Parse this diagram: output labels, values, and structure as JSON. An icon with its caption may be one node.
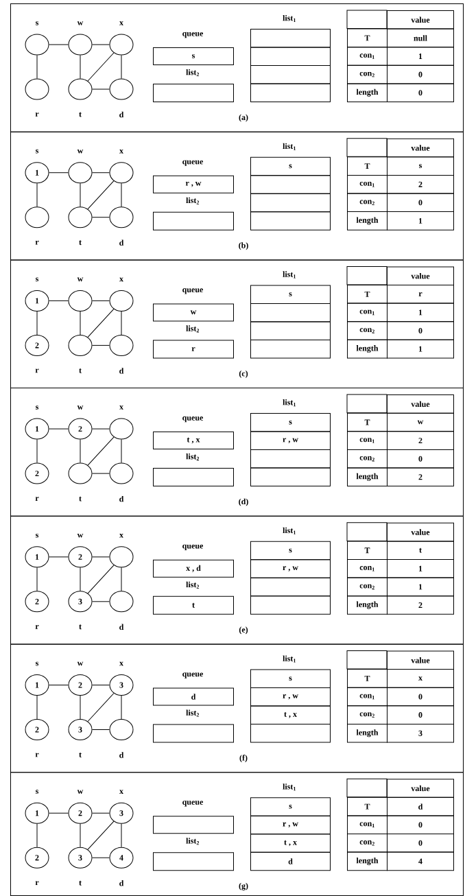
{
  "diagram": {
    "nodes": [
      {
        "text": [
          "(a)"
        ]
      },
      {
        "text": [],
        "shape": "circle",
        "beside": [
          "s"
        ],
        "in": 0
      },
      {
        "text": [],
        "shape": "circle",
        "beside": [
          "w"
        ],
        "in": 0
      },
      {
        "text": [],
        "shape": "circle",
        "beside": [
          "x"
        ],
        "in": 0
      },
      {
        "text": [],
        "shape": "circle",
        "beside": [
          "r"
        ],
        "in": 0
      },
      {
        "text": [],
        "shape": "circle",
        "beside": [
          "t"
        ],
        "in": 0
      },
      {
        "text": [],
        "shape": "circle",
        "beside": [
          "d"
        ],
        "in": 0
      },
      {
        "text": [
          "queue",
          "s"
        ],
        "in": 0
      },
      {
        "text": [
          "list$_{2}$"
        ],
        "in": 0
      },
      {
        "text": [
          "list$_{1}$"
        ],
        "in": 0
      },
      {
        "text": [],
        "shape": "box",
        "in": 0
      },
      {
        "text": [],
        "shape": "box",
        "in": 0
      },
      {
        "text": [],
        "shape": "box",
        "in": 0
      },
      {
        "text": [
          "(b)"
        ]
      },
      {
        "text": [
          "1"
        ],
        "beside": [
          "s"
        ],
        "in": 13
      },
      {
        "text": [],
        "shape": "circle",
        "beside": [
          "w"
        ],
        "in": 13
      },
      {
        "text": [],
        "shape": "circle",
        "beside": [
          "x"
        ],
        "in": 13
      },
      {
        "text": [],
        "shape": "circle",
        "beside": [
          "r"
        ],
        "in": 13
      },
      {
        "text": [],
        "shape": "circle",
        "beside": [
          "t"
        ],
        "in": 13
      },
      {
        "text": [],
        "shape": "circle",
        "beside": [
          "d"
        ],
        "in": 13
      },
      {
        "text": [
          "queue",
          "r , w"
        ],
        "in": 13
      },
      {
        "text": [
          "list$_{2}$"
        ],
        "in": 13
      },
      {
        "text": [
          "list$_{1}$",
          "s"
        ],
        "in": 13
      },
      {
        "text": [],
        "shape": "box",
        "in": 13
      },
      {
        "text": [],
        "shape": "box",
        "in": 13
      },
      {
        "text": [],
        "shape": "box",
        "in": 13
      },
      {
        "text": [
          "(c)"
        ]
      },
      {
        "text": [
          "1"
        ],
        "beside": [
          "s"
        ],
        "in": 26
      },
      {
        "text": [],
        "shape": "circle",
        "beside": [
          "w"
        ],
        "in": 26
      },
      {
        "text": [],
        "shape": "circle",
        "beside": [
          "x"
        ],
        "in": 26
      },
      {
        "text": [
          "2"
        ],
        "beside": [
          "r"
        ],
        "in": 26
      },
      {
        "text": [],
        "shape": "circle",
        "beside": [
          "t"
        ],
        "in": 26
      },
      {
        "text": [],
        "shape": "circle",
        "beside": [
          "d"
        ],
        "in": 26
      },
      {
        "text": [
          "queue",
          "w"
        ],
        "in": 26
      },
      {
        "text": [
          "list$_{2}$",
          "r"
        ],
        "in": 26
      },
      {
        "text": [
          "list$_{1}$",
          "s"
        ],
        "in": 26
      },
      {
        "text": [],
        "shape": "box",
        "in": 26
      },
      {
        "text": [],
        "shape": "box",
        "in": 26
      },
      {
        "text": [],
        "shape": "box",
        "in": 26
      },
      {
        "text": [
          "(d)"
        ]
      },
      {
        "text": [
          "1"
        ],
        "beside": [
          "s"
        ],
        "in": 39
      },
      {
        "text": [
          "2"
        ],
        "beside": [
          "w"
        ],
        "in": 39
      },
      {
        "text": [],
        "shape": "circle",
        "beside": [
          "x"
        ],
        "in": 39
      },
      {
        "text": [
          "2"
        ],
        "beside": [
          "r"
        ],
        "in": 39
      },
      {
        "text": [],
        "shape": "circle",
        "beside": [
          "t"
        ],
        "in": 39
      },
      {
        "text": [],
        "shape": "circle",
        "beside": [
          "d"
        ],
        "in": 39
      },
      {
        "text": [
          "queue",
          "t , x"
        ],
        "in": 39
      },
      {
        "text": [
          "list$_{2}$"
        ],
        "in": 39
      },
      {
        "text": [
          "list$_{1}$",
          "s"
        ],
        "in": 39
      },
      {
        "text": [
          "r , w"
        ],
        "in": 39
      },
      {
        "text": [],
        "shape": "box",
        "in": 39
      },
      {
        "text": [],
        "shape": "box",
        "in": 39
      },
      {
        "text": [
          "(e)"
        ]
      },
      {
        "text": [
          "1"
        ],
        "beside": [
          "s"
        ],
        "in": 52
      },
      {
        "text": [
          "2"
        ],
        "beside": [
          "w"
        ],
        "in": 52
      },
      {
        "text": [],
        "shape": "circle",
        "beside": [
          "x"
        ],
        "in": 52
      },
      {
        "text": [
          "2"
        ],
        "beside": [
          "r"
        ],
        "in": 52
      },
      {
        "text": [
          "3"
        ],
        "beside": [
          "t"
        ],
        "in": 52
      },
      {
        "text": [],
        "shape": "circle",
        "beside": [
          "d"
        ],
        "in": 52
      },
      {
        "text": [
          "queue",
          "x , d"
        ],
        "in": 52
      },
      {
        "text": [
          "list$_{2}$",
          "t"
        ],
        "in": 52
      },
      {
        "text": [
          "list$_{1}$",
          "s"
        ],
        "in": 52
      },
      {
        "text": [
          "r , w"
        ],
        "in": 52
      },
      {
        "text": [],
        "shape": "box",
        "in": 52
      },
      {
        "text": [],
        "shape": "box",
        "in": 52
      },
      {
        "text": [
          "(f)"
        ]
      },
      {
        "text": [
          "1"
        ],
        "beside": [
          "s"
        ],
        "in": 65
      },
      {
        "text": [
          "2"
        ],
        "beside": [
          "w"
        ],
        "in": 65
      },
      {
        "text": [
          "3"
        ],
        "beside": [
          "x"
        ],
        "in": 65
      },
      {
        "text": [
          "2"
        ],
        "beside": [
          "r"
        ],
        "in": 65
      },
      {
        "text": [
          "3"
        ],
        "beside": [
          "t"
        ],
        "in": 65
      },
      {
        "text": [],
        "shape": "circle",
        "beside": [
          "d"
        ],
        "in": 65
      },
      {
        "text": [
          "queue",
          "d"
        ],
        "in": 65
      },
      {
        "text": [
          "list$_{2}$"
        ],
        "in": 65
      },
      {
        "text": [
          "list$_{1}$",
          "s"
        ],
        "in": 65
      },
      {
        "text": [
          "r , w"
        ],
        "in": 65
      },
      {
        "text": [
          "t , x"
        ],
        "in": 65
      },
      {
        "text": [],
        "shape": "box",
        "in": 65
      },
      {
        "text": [
          "(g)"
        ]
      },
      {
        "text": [
          "1"
        ],
        "beside": [
          "s"
        ],
        "in": 78
      },
      {
        "text": [
          "2"
        ],
        "beside": [
          "w"
        ],
        "in": 78
      },
      {
        "text": [
          "3"
        ],
        "beside": [
          "x"
        ],
        "in": 78
      },
      {
        "text": [
          "2"
        ],
        "beside": [
          "r"
        ],
        "in": 78
      },
      {
        "text": [
          "3"
        ],
        "beside": [
          "t"
        ],
        "in": 78
      },
      {
        "text": [
          "4"
        ],
        "beside": [
          "d"
        ],
        "in": 78
      },
      {
        "text": [
          "queue"
        ],
        "in": 78
      },
      {
        "text": [
          "list$_{2}$"
        ],
        "in": 78
      },
      {
        "text": [
          "list$_{1}$",
          "s"
        ],
        "in": 78
      },
      {
        "text": [
          "r , w"
        ],
        "in": 78
      },
      {
        "text": [
          "t , x"
        ],
        "in": 78
      },
      {
        "text": [
          "d"
        ],
        "in": 78
      }
    ],
    "edges": [
      {
        "from": 1,
        "to": 2,
        "arrow": "none"
      },
      {
        "from": 1,
        "to": 4,
        "arrow": "none"
      },
      {
        "from": 2,
        "to": 3,
        "arrow": "none"
      },
      {
        "from": 2,
        "to": 5,
        "arrow": "none"
      },
      {
        "from": 3,
        "to": 5,
        "arrow": "none"
      },
      {
        "from": 3,
        "to": 6,
        "arrow": "none"
      },
      {
        "from": 5,
        "to": 6,
        "arrow": "none"
      },
      {
        "from": 14,
        "to": 15,
        "arrow": "none"
      },
      {
        "from": 14,
        "to": 17,
        "arrow": "none"
      },
      {
        "from": 15,
        "to": 16,
        "arrow": "none"
      },
      {
        "from": 15,
        "to": 18,
        "arrow": "none"
      },
      {
        "from": 16,
        "to": 18,
        "arrow": "none"
      },
      {
        "from": 16,
        "to": 19,
        "arrow": "none"
      },
      {
        "from": 18,
        "to": 19,
        "arrow": "none"
      },
      {
        "from": 27,
        "to": 28,
        "arrow": "none"
      },
      {
        "from": 27,
        "to": 30,
        "arrow": "none"
      },
      {
        "from": 28,
        "to": 29,
        "arrow": "none"
      },
      {
        "from": 28,
        "to": 31,
        "arrow": "none"
      },
      {
        "from": 29,
        "to": 31,
        "arrow": "none"
      },
      {
        "from": 29,
        "to": 32,
        "arrow": "none"
      },
      {
        "from": 31,
        "to": 32,
        "arrow": "none"
      },
      {
        "from": 40,
        "to": 41,
        "arrow": "none"
      },
      {
        "from": 40,
        "to": 43,
        "arrow": "none"
      },
      {
        "from": 41,
        "to": 42,
        "arrow": "none"
      },
      {
        "from": 41,
        "to": 44,
        "arrow": "none"
      },
      {
        "from": 42,
        "to": 44,
        "arrow": "none"
      },
      {
        "from": 42,
        "to": 45,
        "arrow": "none"
      },
      {
        "from": 44,
        "to": 45,
        "arrow": "none"
      },
      {
        "from": 53,
        "to": 54,
        "arrow": "none"
      },
      {
        "from": 53,
        "to": 56,
        "arrow": "none"
      },
      {
        "from": 54,
        "to": 55,
        "arrow": "none"
      },
      {
        "from": 54,
        "to": 57,
        "arrow": "none"
      },
      {
        "from": 55,
        "to": 57,
        "arrow": "none"
      },
      {
        "from": 55,
        "to": 58,
        "arrow": "none"
      },
      {
        "from": 57,
        "to": 58,
        "arrow": "none"
      },
      {
        "from": 66,
        "to": 67,
        "arrow": "none"
      },
      {
        "from": 66,
        "to": 69,
        "arrow": "none"
      },
      {
        "from": 67,
        "to": 68,
        "arrow": "none"
      },
      {
        "from": 67,
        "to": 70,
        "arrow": "none"
      },
      {
        "from": 68,
        "to": 70,
        "arrow": "none"
      },
      {
        "from": 68,
        "to": 71,
        "arrow": "none"
      },
      {
        "from": 70,
        "to": 71,
        "arrow": "none"
      },
      {
        "from": 79,
        "to": 80,
        "arrow": "none"
      },
      {
        "from": 79,
        "to": 82,
        "arrow": "none"
      },
      {
        "from": 80,
        "to": 81,
        "arrow": "none"
      },
      {
        "from": 80,
        "to": 83,
        "arrow": "none"
      },
      {
        "from": 81,
        "to": 83,
        "arrow": "none"
      },
      {
        "from": 81,
        "to": 84,
        "arrow": "none"
      },
      {
        "from": 83,
        "to": 84,
        "arrow": "none"
      }
    ],
    "labels": [
      "value",
      "T",
      "null",
      "con$_{1}$",
      "1",
      "con$_{2}$",
      "0",
      "length",
      "0",
      "value",
      "T",
      "s",
      "con$_{1}$",
      "2",
      "con$_{2}$",
      "0",
      "length",
      "1",
      "value",
      "T",
      "r",
      "con$_{1}$",
      "1",
      "con$_{2}$",
      "0",
      "length",
      "1",
      "value",
      "T",
      "w",
      "con$_{1}$",
      "2",
      "con$_{2}$",
      "0",
      "length",
      "2",
      "value",
      "T",
      "t",
      "con$_{1}$",
      "1",
      "con$_{2}$",
      "1",
      "length",
      "2",
      "value",
      "T",
      "x",
      "con$_{1}$",
      "0",
      "con$_{2}$",
      "0",
      "length",
      "3",
      "value",
      "T",
      "d",
      "con$_{1}$",
      "0",
      "con$_{2}$",
      "0",
      "length",
      "4"
    ]
  }
}
